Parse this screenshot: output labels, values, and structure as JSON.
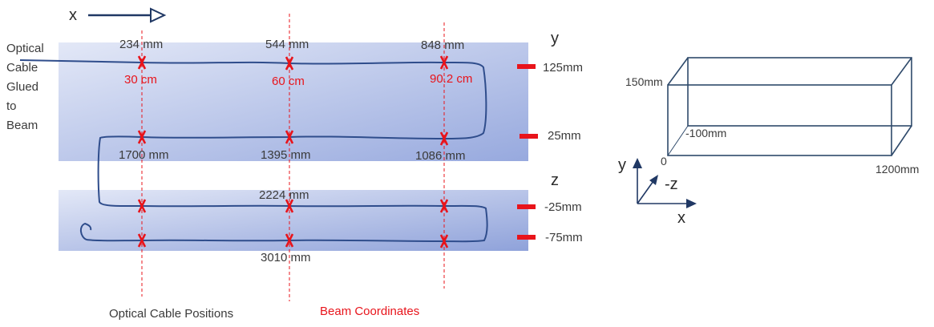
{
  "top_axis": {
    "label": "x"
  },
  "side_note": {
    "lines": [
      "Optical",
      "Cable",
      "Glued",
      "to",
      "Beam"
    ]
  },
  "upper_panel": {
    "axis_label": "y",
    "top_row_mm": [
      "234 mm",
      "544 mm",
      "848 mm"
    ],
    "top_row_cm": [
      "30 cm",
      "60 cm",
      "90.2 cm"
    ],
    "bottom_row_mm": [
      "1700 mm",
      "1395 mm",
      "1086 mm"
    ],
    "y_levels": [
      "125mm",
      "25mm"
    ]
  },
  "lower_panel": {
    "axis_label": "z",
    "upper_label": "2224 mm",
    "lower_label": "3010 mm",
    "z_levels": [
      "-25mm",
      "-75mm"
    ]
  },
  "box": {
    "height_label": "150mm",
    "depth_label": "-100mm",
    "origin_label": "0",
    "length_label": "1200mm"
  },
  "axes_3d": {
    "y": "y",
    "z": "-z",
    "x": "x"
  },
  "footer": {
    "left": "Optical Cable Positions",
    "right": "Beam Coordinates"
  },
  "colors": {
    "panel_light": "#dde3f5",
    "panel_dark": "#98aadf",
    "cable": "#2f4d8c",
    "marker": "#e8141b",
    "box_stroke": "#2f4a6b",
    "arrow": "#203864"
  }
}
